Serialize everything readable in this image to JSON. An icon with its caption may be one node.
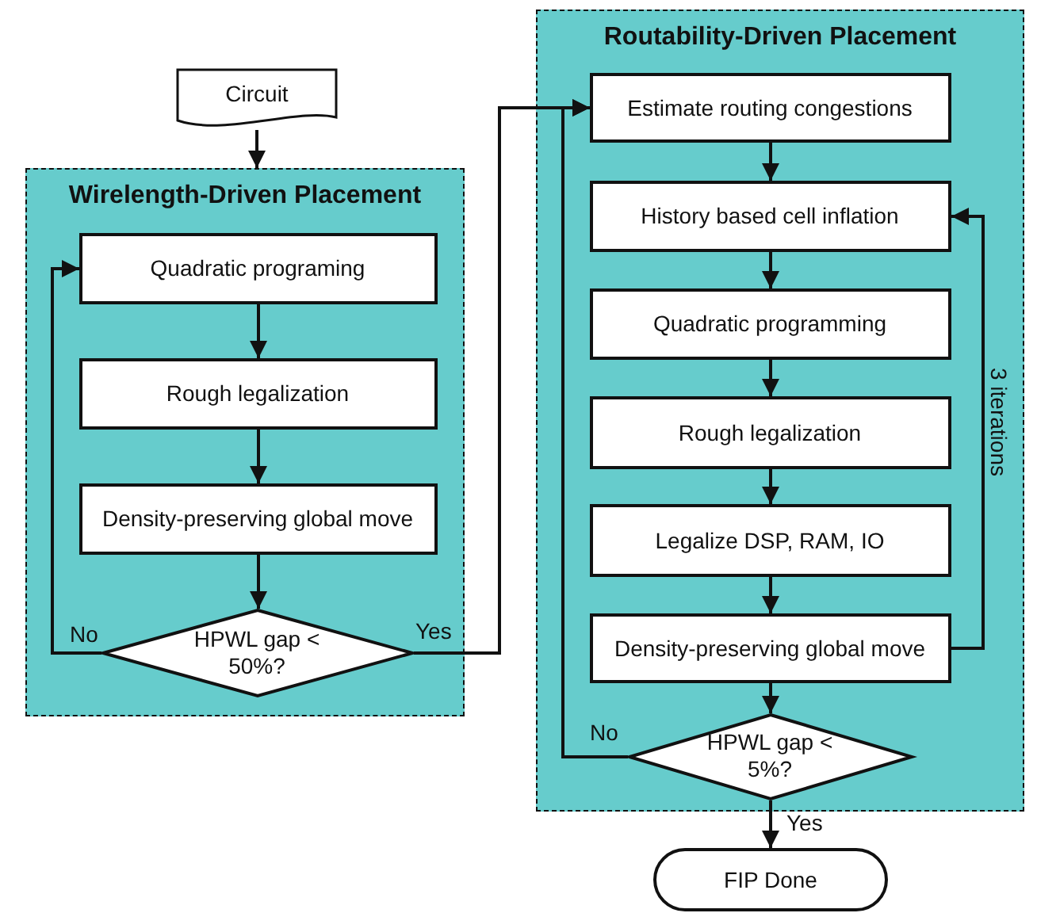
{
  "diagram": {
    "nodes": [
      {
        "text": [
          "Circuit"
        ]
      },
      {
        "text": [
          "Wirelength-Driven Placement"
        ]
      },
      {
        "text": [
          "Quadratic programing"
        ],
        "in": 1
      },
      {
        "text": [
          "Rough legalization"
        ],
        "in": 1
      },
      {
        "text": [
          "Density-preserving global move"
        ],
        "in": 1
      },
      {
        "text": [
          "HPWL gap < 50%?"
        ],
        "in": 1
      },
      {
        "text": [
          "Routability-Driven Placement"
        ]
      },
      {
        "text": [
          "Estimate routing congestions"
        ],
        "in": 6
      },
      {
        "text": [
          "History based cell inflation"
        ],
        "in": 6
      },
      {
        "text": [
          "Quadratic programming"
        ],
        "in": 6
      },
      {
        "text": [
          "Rough legalization"
        ],
        "in": 6
      },
      {
        "text": [
          "Legalize DSP, RAM, IO"
        ],
        "in": 6
      },
      {
        "text": [
          "Density-preserving global move"
        ],
        "in": 6
      },
      {
        "text": [
          "HPWL gap < 5%?"
        ],
        "in": 6
      },
      {
        "text": [
          "FIP Done"
        ]
      }
    ],
    "edges": [
      {
        "from": 0,
        "to": 1,
        "arrow": "to"
      },
      {
        "from": 2,
        "to": 3,
        "arrow": "to"
      },
      {
        "from": 3,
        "to": 4,
        "arrow": "to"
      },
      {
        "from": 4,
        "to": 5,
        "arrow": "to"
      },
      {
        "from": 5,
        "to": 2,
        "arrow": "to",
        "label": "No"
      },
      {
        "from": 5,
        "to": 7,
        "arrow": "to",
        "label": "Yes"
      },
      {
        "from": 7,
        "to": 8,
        "arrow": "to"
      },
      {
        "from": 8,
        "to": 9,
        "arrow": "to"
      },
      {
        "from": 9,
        "to": 10,
        "arrow": "to"
      },
      {
        "from": 10,
        "to": 11,
        "arrow": "to"
      },
      {
        "from": 11,
        "to": 12,
        "arrow": "to"
      },
      {
        "from": 12,
        "to": 13,
        "arrow": "to"
      },
      {
        "from": 12,
        "to": 8,
        "arrow": "to",
        "label": "3 iterations"
      },
      {
        "from": 13,
        "to": 7,
        "arrow": "to",
        "label": "No"
      },
      {
        "from": 13,
        "to": 14,
        "arrow": "to",
        "label": "Yes"
      }
    ]
  }
}
